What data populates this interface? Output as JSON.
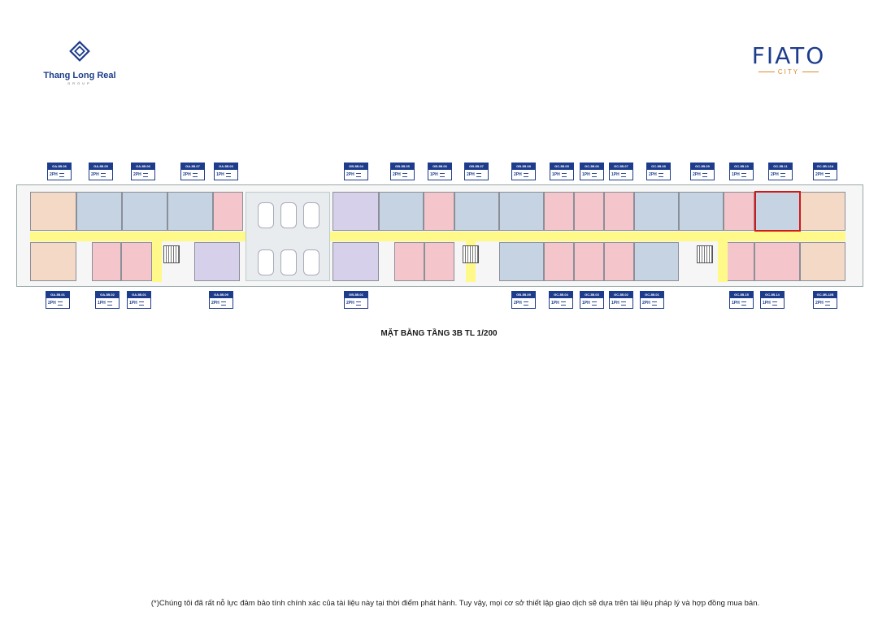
{
  "branding": {
    "left_logo_name": "Thang Long Real",
    "left_logo_sub": "GROUP",
    "right_logo_name": "FIATO",
    "right_logo_sub": "CITY"
  },
  "colors": {
    "navy": "#1d3c8c",
    "unit_peach": "#f4d9c6",
    "unit_blue": "#c6d3e3",
    "unit_pink": "#f4c6cc",
    "unit_lavender": "#d7d0ea",
    "corridor_yellow": "#fff98a",
    "highlight_red": "#d01a1a",
    "accent_orange": "#d88a2c"
  },
  "plan": {
    "title": "MẶT BẰNG TẦNG 3B TL 1/200",
    "top_labels": [
      {
        "code": "GA.3B.06",
        "type": "2PH"
      },
      {
        "code": "GA.3B.05",
        "type": "2PH"
      },
      {
        "code": "GA.3B.06",
        "type": "2PH"
      },
      {
        "code": "GA.3B.07",
        "type": "2PH"
      },
      {
        "code": "GA.3B.03",
        "type": "1PH"
      },
      {
        "code": "GB.3B.04",
        "type": "2PH"
      },
      {
        "code": "GB.3B.05",
        "type": "2PH"
      },
      {
        "code": "GB.3B.06",
        "type": "1PH"
      },
      {
        "code": "GB.3B.07",
        "type": "2PH"
      },
      {
        "code": "GB.3B.08",
        "type": "2PH"
      },
      {
        "code": "GC.3B.05",
        "type": "1PH"
      },
      {
        "code": "GC.3B.06",
        "type": "1PH"
      },
      {
        "code": "GC.3B.07",
        "type": "1PH"
      },
      {
        "code": "GC.3B.08",
        "type": "2PH"
      },
      {
        "code": "GC.3B.09",
        "type": "2PH"
      },
      {
        "code": "GC.3B.10",
        "type": "1PH"
      },
      {
        "code": "GC.3B.11",
        "type": "2PH"
      },
      {
        "code": "GC.3B.12A",
        "type": "2PH"
      }
    ],
    "bottom_labels": [
      {
        "code": "GA.3B.01",
        "type": "2PH"
      },
      {
        "code": "GA.3B.02",
        "type": "1PH"
      },
      {
        "code": "GA.3B.01",
        "type": "1PH"
      },
      {
        "code": "GA.3B.09",
        "type": "2PH"
      },
      {
        "code": "GB.3B.01",
        "type": "2PH"
      },
      {
        "code": "GB.3B.09",
        "type": "2PH"
      },
      {
        "code": "GC.3B.04",
        "type": "1PH"
      },
      {
        "code": "GC.3B.03",
        "type": "1PH"
      },
      {
        "code": "GC.3B.02",
        "type": "1PH"
      },
      {
        "code": "GC.3B.01",
        "type": "2PH"
      },
      {
        "code": "GC.3B.15",
        "type": "1PH"
      },
      {
        "code": "GC.3B.14",
        "type": "1PH"
      },
      {
        "code": "GC.3B.12B",
        "type": "2PH"
      }
    ]
  },
  "disclaimer": "(*)Chúng tôi đã rất nỗ lực đảm bảo tính chính xác của tài liệu này tại thời điểm phát hành. Tuy vậy, mọi cơ sở thiết lập giao dịch sẽ dựa trên tài liệu pháp lý và hợp đồng mua bán."
}
